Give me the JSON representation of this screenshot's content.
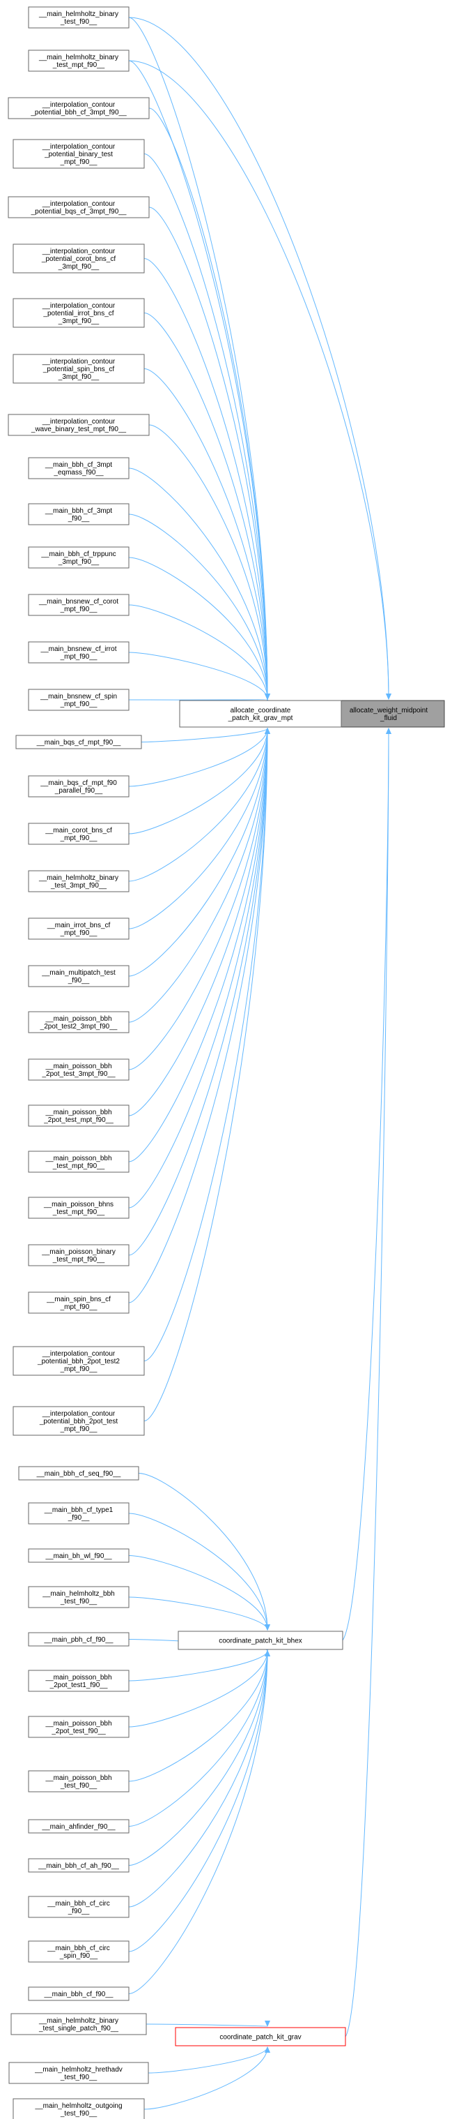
{
  "target": {
    "id": "t",
    "label": [
      "allocate_weight_midpoint",
      "_fluid"
    ]
  },
  "hubs": [
    {
      "id": "h1",
      "label": [
        "allocate_coordinate",
        "_patch_kit_grav_mpt"
      ]
    },
    {
      "id": "h2",
      "label": [
        "coordinate_patch_kit_bhex"
      ]
    },
    {
      "id": "h3",
      "label": [
        "coordinate_patch_kit_grav"
      ],
      "highlight": "#ff0000"
    }
  ],
  "callers": [
    {
      "id": "c0",
      "label": [
        "__main_helmholtz_binary",
        "_test_f90__"
      ],
      "to": [
        "h1",
        "t"
      ]
    },
    {
      "id": "c1",
      "label": [
        "__main_helmholtz_binary",
        "_test_mpt_f90__"
      ],
      "to": [
        "h1",
        "t"
      ]
    },
    {
      "id": "c2",
      "label": [
        "__interpolation_contour",
        "_potential_bbh_cf_3mpt_f90__"
      ],
      "to": [
        "h1"
      ]
    },
    {
      "id": "c3",
      "label": [
        "__interpolation_contour",
        "_potential_binary_test",
        "_mpt_f90__"
      ],
      "to": [
        "h1"
      ]
    },
    {
      "id": "c4",
      "label": [
        "__interpolation_contour",
        "_potential_bqs_cf_3mpt_f90__"
      ],
      "to": [
        "h1"
      ]
    },
    {
      "id": "c5",
      "label": [
        "__interpolation_contour",
        "_potential_corot_bns_cf",
        "_3mpt_f90__"
      ],
      "to": [
        "h1"
      ]
    },
    {
      "id": "c6",
      "label": [
        "__interpolation_contour",
        "_potential_irrot_bns_cf",
        "_3mpt_f90__"
      ],
      "to": [
        "h1"
      ]
    },
    {
      "id": "c7",
      "label": [
        "__interpolation_contour",
        "_potential_spin_bns_cf",
        "_3mpt_f90__"
      ],
      "to": [
        "h1"
      ]
    },
    {
      "id": "c8",
      "label": [
        "__interpolation_contour",
        "_wave_binary_test_mpt_f90__"
      ],
      "to": [
        "h1"
      ]
    },
    {
      "id": "c9",
      "label": [
        "__main_bbh_cf_3mpt",
        "_eqmass_f90__"
      ],
      "to": [
        "h1"
      ]
    },
    {
      "id": "c10",
      "label": [
        "__main_bbh_cf_3mpt",
        "_f90__"
      ],
      "to": [
        "h1"
      ]
    },
    {
      "id": "c11",
      "label": [
        "__main_bbh_cf_trppunc",
        "_3mpt_f90__"
      ],
      "to": [
        "h1"
      ]
    },
    {
      "id": "c12",
      "label": [
        "__main_bnsnew_cf_corot",
        "_mpt_f90__"
      ],
      "to": [
        "h1"
      ]
    },
    {
      "id": "c13",
      "label": [
        "__main_bnsnew_cf_irrot",
        "_mpt_f90__"
      ],
      "to": [
        "h1"
      ]
    },
    {
      "id": "c14",
      "label": [
        "__main_bnsnew_cf_spin",
        "_mpt_f90__"
      ],
      "to": [
        "h1"
      ]
    },
    {
      "id": "c15",
      "label": [
        "__main_bqs_cf_mpt_f90__"
      ],
      "to": [
        "h1"
      ]
    },
    {
      "id": "c16",
      "label": [
        "__main_bqs_cf_mpt_f90",
        "_parallel_f90__"
      ],
      "to": [
        "h1"
      ]
    },
    {
      "id": "c17",
      "label": [
        "__main_corot_bns_cf",
        "_mpt_f90__"
      ],
      "to": [
        "h1"
      ]
    },
    {
      "id": "c18",
      "label": [
        "__main_helmholtz_binary",
        "_test_3mpt_f90__"
      ],
      "to": [
        "h1"
      ]
    },
    {
      "id": "c19",
      "label": [
        "__main_irrot_bns_cf",
        "_mpt_f90__"
      ],
      "to": [
        "h1"
      ]
    },
    {
      "id": "c20",
      "label": [
        "__main_multipatch_test",
        "_f90__"
      ],
      "to": [
        "h1"
      ]
    },
    {
      "id": "c21",
      "label": [
        "__main_poisson_bbh",
        "_2pot_test2_3mpt_f90__"
      ],
      "to": [
        "h1"
      ]
    },
    {
      "id": "c22",
      "label": [
        "__main_poisson_bbh",
        "_2pot_test_3mpt_f90__"
      ],
      "to": [
        "h1"
      ]
    },
    {
      "id": "c23",
      "label": [
        "__main_poisson_bbh",
        "_2pot_test_mpt_f90__"
      ],
      "to": [
        "h1"
      ]
    },
    {
      "id": "c24",
      "label": [
        "__main_poisson_bbh",
        "_test_mpt_f90__"
      ],
      "to": [
        "h1"
      ]
    },
    {
      "id": "c25",
      "label": [
        "__main_poisson_bhns",
        "_test_mpt_f90__"
      ],
      "to": [
        "h1"
      ]
    },
    {
      "id": "c26",
      "label": [
        "__main_poisson_binary",
        "_test_mpt_f90__"
      ],
      "to": [
        "h1"
      ]
    },
    {
      "id": "c27",
      "label": [
        "__main_spin_bns_cf",
        "_mpt_f90__"
      ],
      "to": [
        "h1"
      ]
    },
    {
      "id": "c28",
      "label": [
        "__interpolation_contour",
        "_potential_bbh_2pot_test2",
        "_mpt_f90__"
      ],
      "to": [
        "h1"
      ]
    },
    {
      "id": "c29",
      "label": [
        "__interpolation_contour",
        "_potential_bbh_2pot_test",
        "_mpt_f90__"
      ],
      "to": [
        "h1"
      ]
    },
    {
      "id": "c30",
      "label": [
        "__main_bbh_cf_seq_f90__"
      ],
      "to": [
        "h2"
      ]
    },
    {
      "id": "c31",
      "label": [
        "__main_bbh_cf_type1",
        "_f90__"
      ],
      "to": [
        "h2"
      ]
    },
    {
      "id": "c32",
      "label": [
        "__main_bh_wl_f90__"
      ],
      "to": [
        "h2"
      ]
    },
    {
      "id": "c33",
      "label": [
        "__main_helmholtz_bbh",
        "_test_f90__"
      ],
      "to": [
        "h2"
      ]
    },
    {
      "id": "c34",
      "label": [
        "__main_pbh_cf_f90__"
      ],
      "to": [
        "h2"
      ]
    },
    {
      "id": "c35",
      "label": [
        "__main_poisson_bbh",
        "_2pot_test1_f90__"
      ],
      "to": [
        "h2"
      ]
    },
    {
      "id": "c36",
      "label": [
        "__main_poisson_bbh",
        "_2pot_test_f90__"
      ],
      "to": [
        "h2"
      ]
    },
    {
      "id": "c37",
      "label": [
        "__main_poisson_bbh",
        "_test_f90__"
      ],
      "to": [
        "h2"
      ]
    },
    {
      "id": "c38",
      "label": [
        "__main_ahfinder_f90__"
      ],
      "to": [
        "h2"
      ]
    },
    {
      "id": "c39",
      "label": [
        "__main_bbh_cf_ah_f90__"
      ],
      "to": [
        "h2"
      ]
    },
    {
      "id": "c40",
      "label": [
        "__main_bbh_cf_circ",
        "_f90__"
      ],
      "to": [
        "h2"
      ]
    },
    {
      "id": "c41",
      "label": [
        "__main_bbh_cf_circ",
        "_spin_f90__"
      ],
      "to": [
        "h2"
      ]
    },
    {
      "id": "c42",
      "label": [
        "__main_bbh_cf_f90__"
      ],
      "to": [
        "h2"
      ]
    },
    {
      "id": "c43",
      "label": [
        "__main_helmholtz_binary",
        "_test_single_patch_f90__"
      ],
      "to": [
        "h3"
      ]
    },
    {
      "id": "c44",
      "label": [
        "__main_helmholtz_hrethadv",
        "_test_f90__"
      ],
      "to": [
        "h3"
      ]
    },
    {
      "id": "c45",
      "label": [
        "__main_helmholtz_outgoing",
        "_test_f90__"
      ],
      "to": [
        "h3"
      ]
    }
  ],
  "hub_edges": [
    {
      "from": "h1",
      "to": "t"
    },
    {
      "from": "h2",
      "to": "t"
    },
    {
      "from": "h3",
      "to": "t"
    }
  ],
  "colors": {
    "edge": "#63b8ff",
    "border": "#666666",
    "target_fill": "#a0a0a0",
    "highlight": "#ff0000"
  }
}
